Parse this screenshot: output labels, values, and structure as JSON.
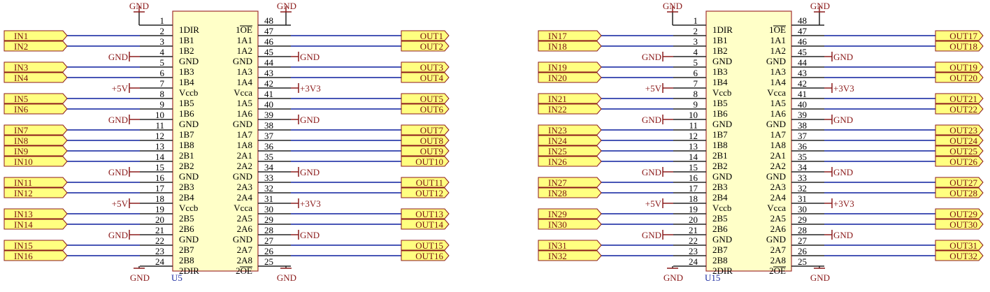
{
  "colors": {
    "wire": "#0b1f9e",
    "pin": "#222222",
    "power": "#8b1a1a",
    "body_fill": "#ffffc8",
    "body_stroke": "#a03030",
    "port_fill": "#ffff80",
    "port_stroke": "#8b1a1a",
    "designator": "#1a2aa0"
  },
  "power_labels": {
    "gnd": "GND",
    "vccb": "+5V",
    "vcca": "+3V3"
  },
  "components": [
    {
      "designator": "U5",
      "inputs": [
        "IN1",
        "IN2",
        "IN3",
        "IN4",
        "IN5",
        "IN6",
        "IN7",
        "IN8",
        "IN9",
        "IN10",
        "IN11",
        "IN12",
        "IN13",
        "IN14",
        "IN15",
        "IN16"
      ],
      "outputs": [
        "OUT1",
        "OUT2",
        "OUT3",
        "OUT4",
        "OUT5",
        "OUT6",
        "OUT7",
        "OUT8",
        "OUT9",
        "OUT10",
        "OUT11",
        "OUT12",
        "OUT13",
        "OUT14",
        "OUT15",
        "OUT16"
      ]
    },
    {
      "designator": "U15",
      "inputs": [
        "IN17",
        "IN18",
        "IN19",
        "IN20",
        "IN21",
        "IN22",
        "IN23",
        "IN24",
        "IN25",
        "IN26",
        "IN27",
        "IN28",
        "IN29",
        "IN30",
        "IN31",
        "IN32"
      ],
      "outputs": [
        "OUT17",
        "OUT18",
        "OUT19",
        "OUT20",
        "OUT21",
        "OUT22",
        "OUT23",
        "OUT24",
        "OUT25",
        "OUT26",
        "OUT27",
        "OUT28",
        "OUT29",
        "OUT30",
        "OUT31",
        "OUT32"
      ]
    }
  ],
  "left_pins": [
    {
      "num": "1",
      "name": "1DIR",
      "net": "gnd-top"
    },
    {
      "num": "2",
      "name": "1B1",
      "net": "in"
    },
    {
      "num": "3",
      "name": "1B2",
      "net": "in"
    },
    {
      "num": "4",
      "name": "GND",
      "net": "gnd"
    },
    {
      "num": "5",
      "name": "1B3",
      "net": "in"
    },
    {
      "num": "6",
      "name": "1B4",
      "net": "in"
    },
    {
      "num": "7",
      "name": "Vccb",
      "net": "vccb"
    },
    {
      "num": "8",
      "name": "1B5",
      "net": "in"
    },
    {
      "num": "9",
      "name": "1B6",
      "net": "in"
    },
    {
      "num": "10",
      "name": "GND",
      "net": "gnd"
    },
    {
      "num": "11",
      "name": "1B7",
      "net": "in"
    },
    {
      "num": "12",
      "name": "1B8",
      "net": "in"
    },
    {
      "num": "13",
      "name": "2B1",
      "net": "in"
    },
    {
      "num": "14",
      "name": "2B2",
      "net": "in"
    },
    {
      "num": "15",
      "name": "GND",
      "net": "gnd"
    },
    {
      "num": "16",
      "name": "2B3",
      "net": "in"
    },
    {
      "num": "17",
      "name": "2B4",
      "net": "in"
    },
    {
      "num": "18",
      "name": "Vccb",
      "net": "vccb"
    },
    {
      "num": "19",
      "name": "2B5",
      "net": "in"
    },
    {
      "num": "20",
      "name": "2B6",
      "net": "in"
    },
    {
      "num": "21",
      "name": "GND",
      "net": "gnd"
    },
    {
      "num": "22",
      "name": "2B7",
      "net": "in"
    },
    {
      "num": "23",
      "name": "2B8",
      "net": "in"
    },
    {
      "num": "24",
      "name": "2DIR",
      "net": "gnd-bottom"
    }
  ],
  "right_pins": [
    {
      "num": "48",
      "name": "1OE",
      "overline": true,
      "net": "gnd-top"
    },
    {
      "num": "47",
      "name": "1A1",
      "net": "out"
    },
    {
      "num": "46",
      "name": "1A2",
      "net": "out"
    },
    {
      "num": "45",
      "name": "GND",
      "net": "gnd"
    },
    {
      "num": "44",
      "name": "1A3",
      "net": "out"
    },
    {
      "num": "43",
      "name": "1A4",
      "net": "out"
    },
    {
      "num": "42",
      "name": "Vcca",
      "net": "vcca"
    },
    {
      "num": "41",
      "name": "1A5",
      "net": "out"
    },
    {
      "num": "40",
      "name": "1A6",
      "net": "out"
    },
    {
      "num": "39",
      "name": "GND",
      "net": "gnd"
    },
    {
      "num": "38",
      "name": "1A7",
      "net": "out"
    },
    {
      "num": "37",
      "name": "1A8",
      "net": "out"
    },
    {
      "num": "36",
      "name": "2A1",
      "net": "out"
    },
    {
      "num": "35",
      "name": "2A2",
      "net": "out"
    },
    {
      "num": "34",
      "name": "GND",
      "net": "gnd"
    },
    {
      "num": "33",
      "name": "2A3",
      "net": "out"
    },
    {
      "num": "32",
      "name": "2A4",
      "net": "out"
    },
    {
      "num": "31",
      "name": "Vcca",
      "net": "vcca"
    },
    {
      "num": "30",
      "name": "2A5",
      "net": "out"
    },
    {
      "num": "29",
      "name": "2A6",
      "net": "out"
    },
    {
      "num": "28",
      "name": "GND",
      "net": "gnd"
    },
    {
      "num": "27",
      "name": "2A7",
      "net": "out"
    },
    {
      "num": "26",
      "name": "2A8",
      "net": "out"
    },
    {
      "num": "25",
      "name": "2OE",
      "overline": true,
      "net": "gnd-bottom"
    }
  ]
}
